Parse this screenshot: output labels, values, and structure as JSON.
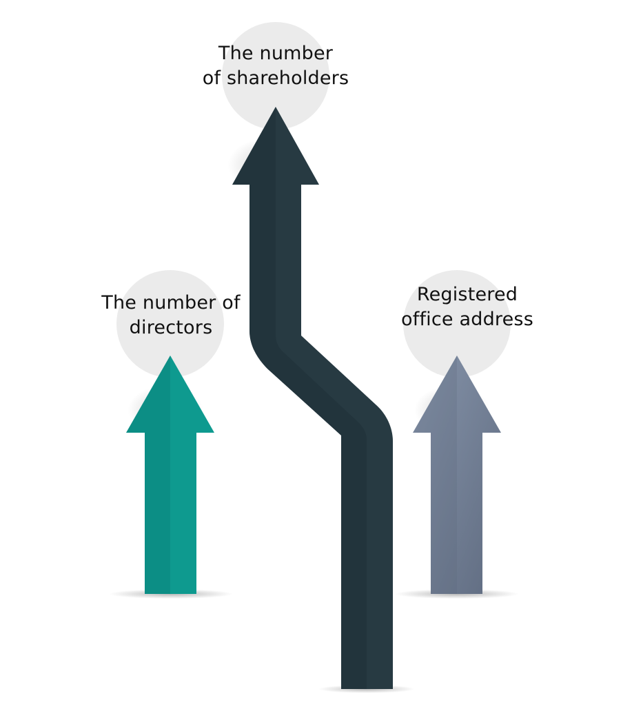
{
  "diagram": {
    "items": [
      {
        "id": "shareholders",
        "lines": [
          "The number",
          "of shareholders"
        ],
        "color": "#273a42"
      },
      {
        "id": "directors",
        "lines": [
          "The number of",
          "directors"
        ],
        "color": "#0e9a8f"
      },
      {
        "id": "office",
        "lines": [
          "Registered",
          "office address"
        ],
        "color": "#7a879c"
      }
    ],
    "circle_color": "#ebebeb"
  }
}
